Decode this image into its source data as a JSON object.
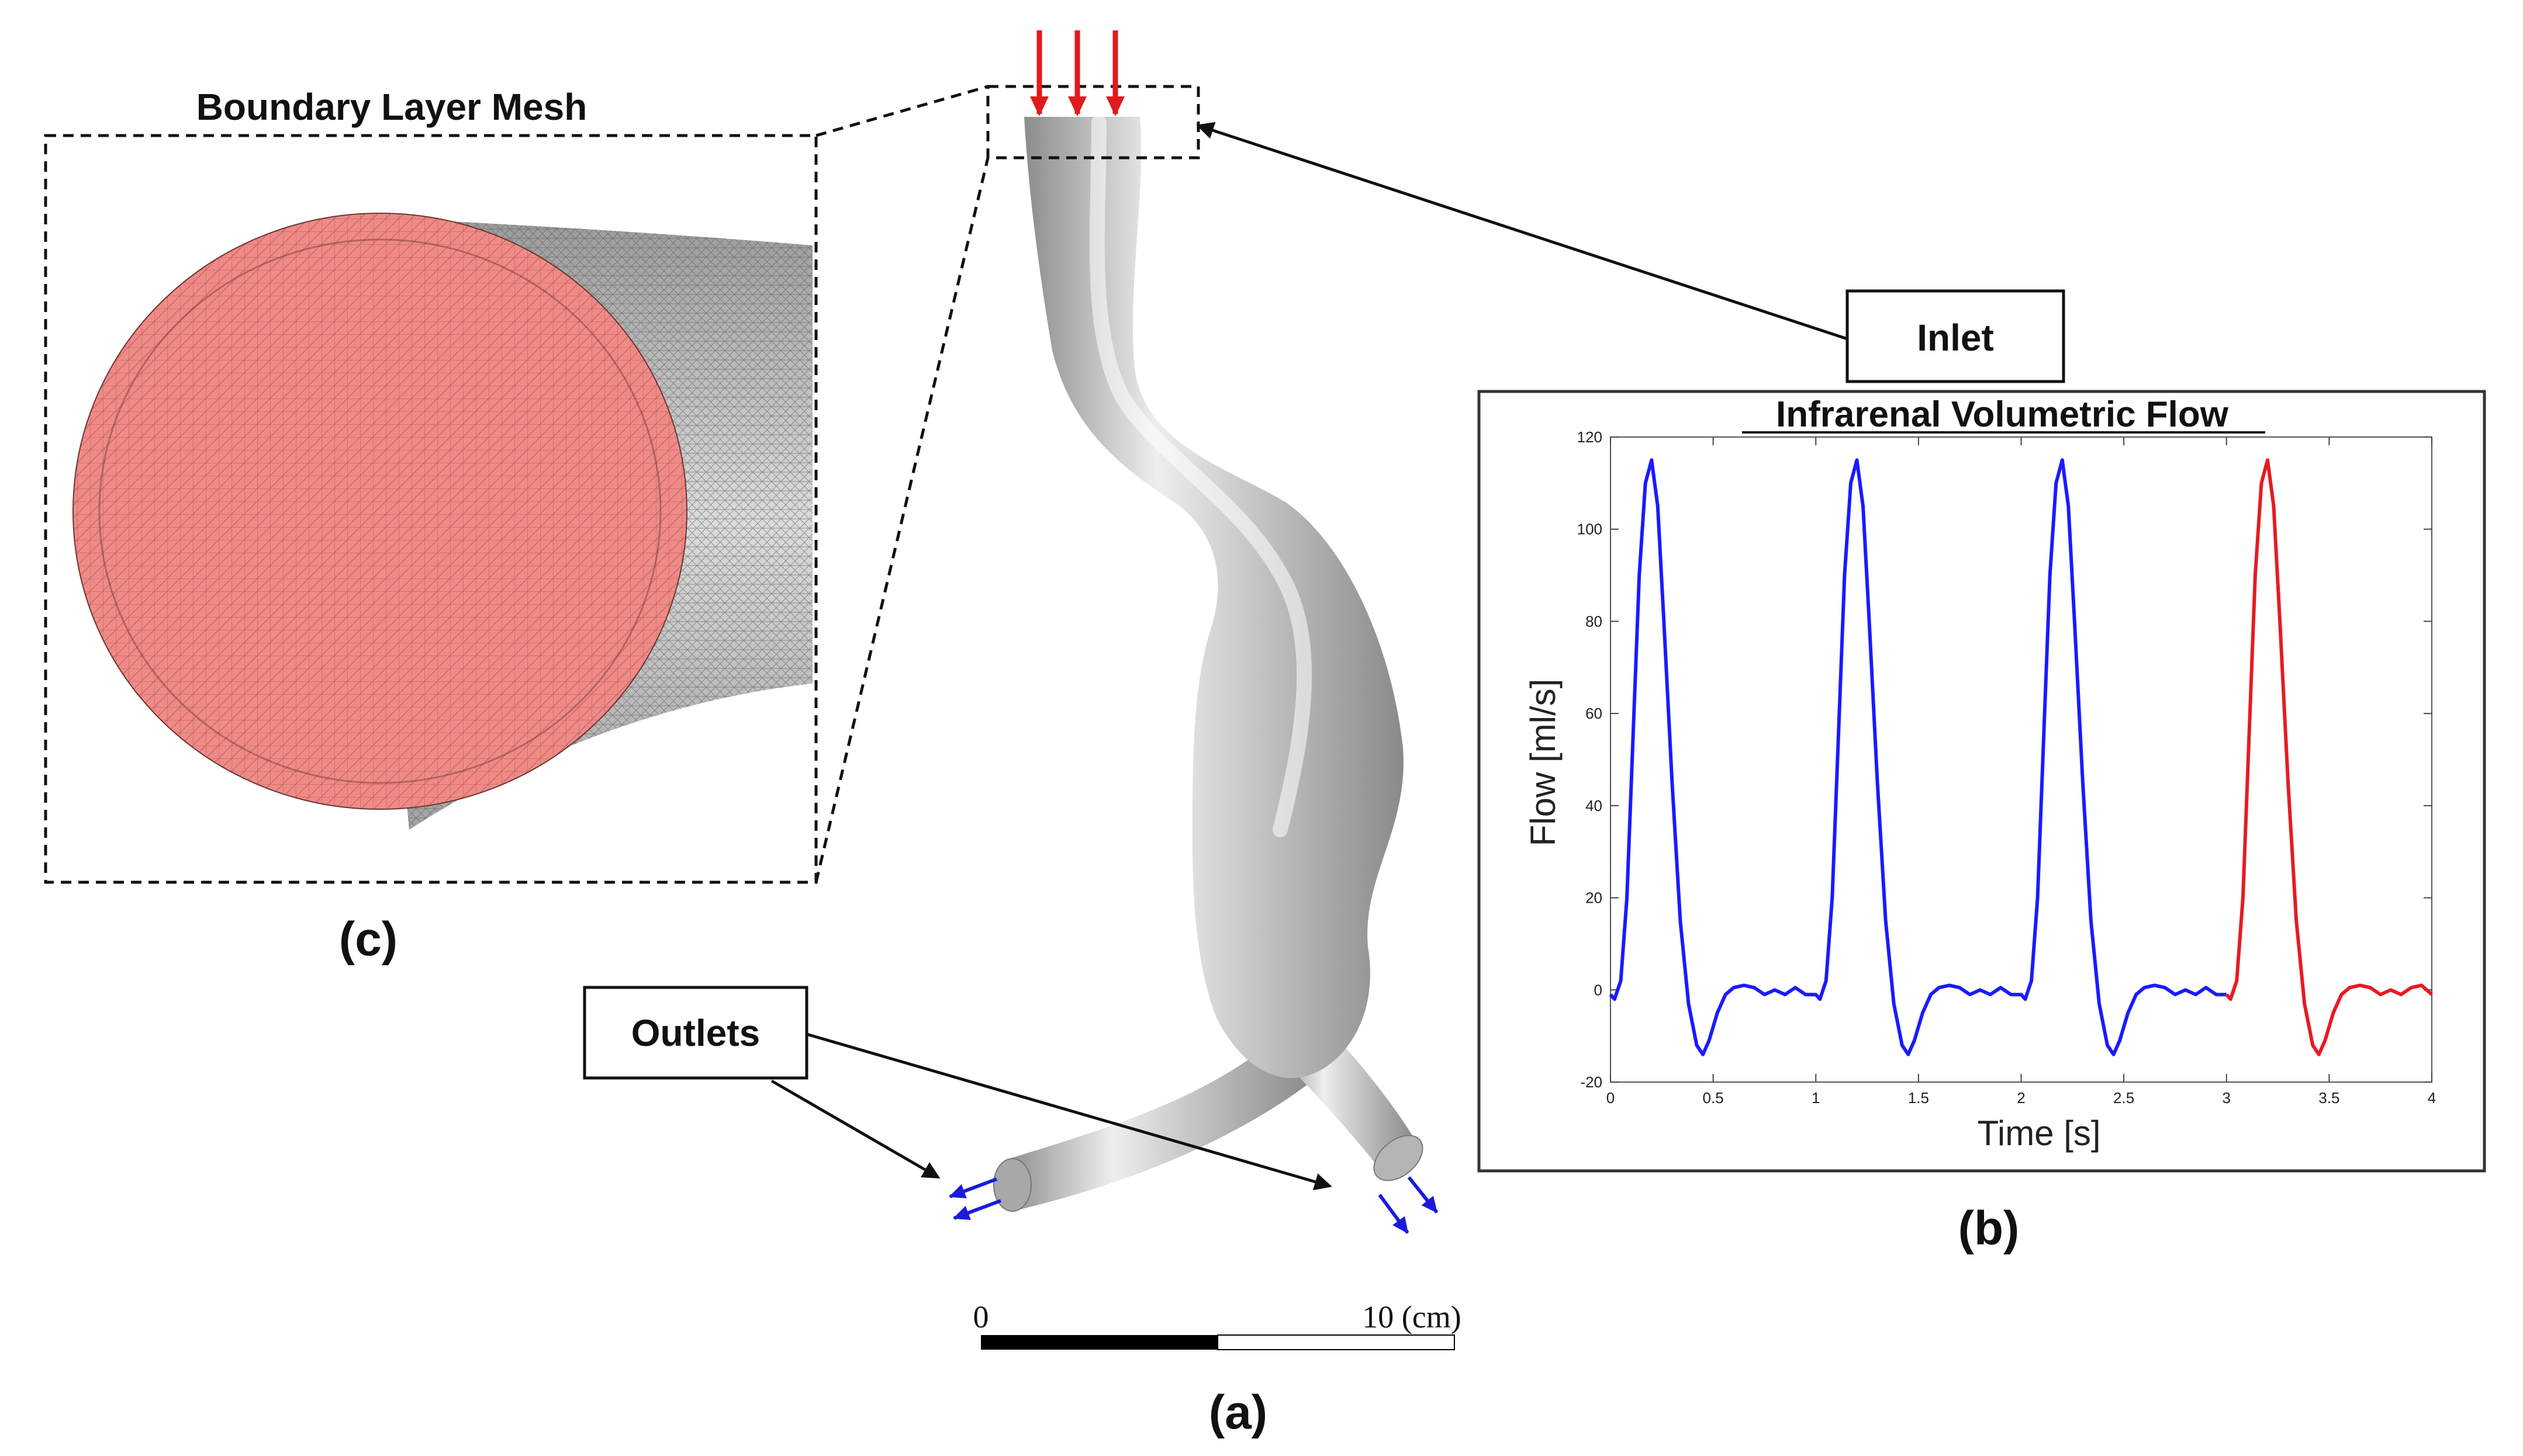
{
  "panel_labels": {
    "a": "(a)",
    "b": "(b)",
    "c": "(c)"
  },
  "mesh_panel": {
    "title": "Boundary Layer Mesh"
  },
  "callouts": {
    "inlet": "Inlet",
    "outlets": "Outlets"
  },
  "scale_bar": {
    "start_label": "0",
    "end_label": "10 (cm)"
  },
  "colors": {
    "inflow_arrow": "#e01b1b",
    "outflow_arrow": "#1a1adf",
    "mesh_face": "#f08a86",
    "series_blue": "#1a1aff",
    "series_red": "#e61b23"
  },
  "icons": {
    "inflow": "down-arrow-icon",
    "outflow": "diagonal-arrow-icon"
  },
  "chart_data": {
    "type": "line",
    "title": "Infrarenal Volumetric Flow",
    "xlabel": "Time [s]",
    "ylabel": "Flow [ml/s]",
    "xlim": [
      0,
      4
    ],
    "ylim": [
      -20,
      120
    ],
    "xticks": [
      "0",
      "0.5",
      "1",
      "1.5",
      "2",
      "2.5",
      "3",
      "3.5",
      "4"
    ],
    "yticks": [
      "-20",
      "0",
      "20",
      "40",
      "60",
      "80",
      "100",
      "120"
    ],
    "grid": false,
    "series": [
      {
        "color": "#1a1aff",
        "x": [
          0,
          0.02,
          0.05,
          0.08,
          0.11,
          0.14,
          0.17,
          0.2,
          0.23,
          0.26,
          0.3,
          0.34,
          0.38,
          0.42,
          0.45,
          0.48,
          0.52,
          0.56,
          0.6,
          0.65,
          0.7,
          0.75,
          0.8,
          0.85,
          0.9,
          0.95,
          1.0,
          1.02,
          1.05,
          1.08,
          1.11,
          1.14,
          1.17,
          1.2,
          1.23,
          1.26,
          1.3,
          1.34,
          1.38,
          1.42,
          1.45,
          1.48,
          1.52,
          1.56,
          1.6,
          1.65,
          1.7,
          1.75,
          1.8,
          1.85,
          1.9,
          1.95,
          2.0,
          2.02,
          2.05,
          2.08,
          2.11,
          2.14,
          2.17,
          2.2,
          2.23,
          2.26,
          2.3,
          2.34,
          2.38,
          2.42,
          2.45,
          2.48,
          2.52,
          2.56,
          2.6,
          2.65,
          2.7,
          2.75,
          2.8,
          2.85,
          2.9,
          2.95,
          3.0
        ],
        "y": [
          -1,
          -2,
          2,
          20,
          55,
          90,
          110,
          115,
          105,
          80,
          45,
          15,
          -3,
          -12,
          -14,
          -11,
          -5,
          -1,
          0.5,
          1,
          0.5,
          -1,
          0,
          -1,
          0.5,
          -1,
          -1,
          -2,
          2,
          20,
          55,
          90,
          110,
          115,
          105,
          80,
          45,
          15,
          -3,
          -12,
          -14,
          -11,
          -5,
          -1,
          0.5,
          1,
          0.5,
          -1,
          0,
          -1,
          0.5,
          -1,
          -1,
          -2,
          2,
          20,
          55,
          90,
          110,
          115,
          105,
          80,
          45,
          15,
          -3,
          -12,
          -14,
          -11,
          -5,
          -1,
          0.5,
          1,
          0.5,
          -1,
          0,
          -1,
          0.5,
          -1,
          -1
        ]
      },
      {
        "color": "#e61b23",
        "x": [
          3.0,
          3.02,
          3.05,
          3.08,
          3.11,
          3.14,
          3.17,
          3.2,
          3.23,
          3.26,
          3.3,
          3.34,
          3.38,
          3.42,
          3.45,
          3.48,
          3.52,
          3.56,
          3.6,
          3.65,
          3.7,
          3.75,
          3.8,
          3.85,
          3.9,
          3.95,
          4.0
        ],
        "y": [
          -1,
          -2,
          2,
          20,
          55,
          90,
          110,
          115,
          105,
          80,
          45,
          15,
          -3,
          -12,
          -14,
          -11,
          -5,
          -1,
          0.5,
          1,
          0.5,
          -1,
          0,
          -1,
          0.5,
          1,
          -1
        ]
      }
    ]
  }
}
